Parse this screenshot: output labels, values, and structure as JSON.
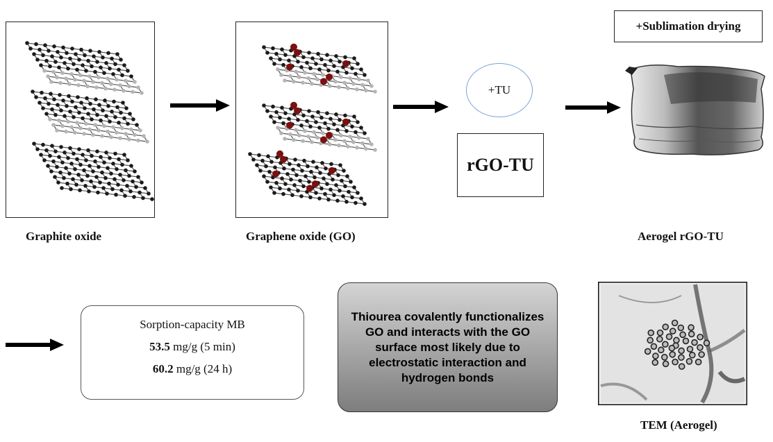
{
  "labels": {
    "graphite_oxide": "Graphite oxide",
    "graphene_oxide": "Graphene oxide (GO)",
    "tu_reagent": "+TU",
    "rgo_tu": "rGO-TU",
    "sublimation": "+Sublimation drying",
    "aerogel": "Aerogel rGO-TU",
    "tem": "TEM (Aerogel)"
  },
  "sorption": {
    "title": "Sorption-capacity MB",
    "rows": [
      {
        "value": "53.5",
        "unit": " mg/g (5 min)"
      },
      {
        "value": "60.2",
        "unit": " mg/g (24 h)"
      }
    ]
  },
  "conclusion": "Thiourea covalently functionalizes GO and interacts with the GO surface most likely due to electrostatic interaction and hydrogen bonds",
  "colors": {
    "atom_dark": "#1a1a1a",
    "atom_light": "#b5b5b5",
    "oxygen": "#7a1010",
    "circle_border": "#7aa4d6"
  }
}
